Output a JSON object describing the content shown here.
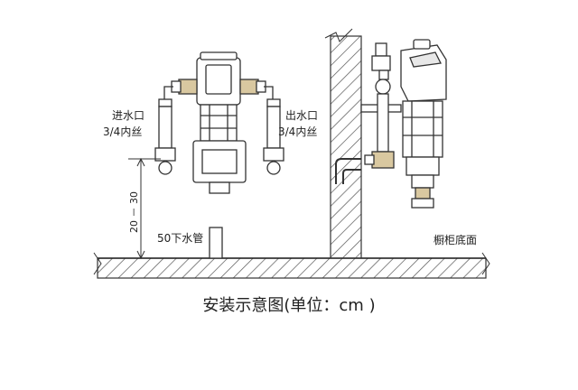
{
  "labels": {
    "inlet_name": "进水口",
    "inlet_spec": "3/4内丝",
    "outlet_name": "出水口",
    "outlet_spec": "3/4内丝",
    "height_range": "20 － 30",
    "drain_pipe": "50下水管",
    "cabinet_bottom": "橱柜底面"
  },
  "caption": "安装示意图(单位：cm )",
  "colors": {
    "line": "#333333",
    "accent_brass": "#7a5a2a",
    "hatch": "#555555"
  }
}
